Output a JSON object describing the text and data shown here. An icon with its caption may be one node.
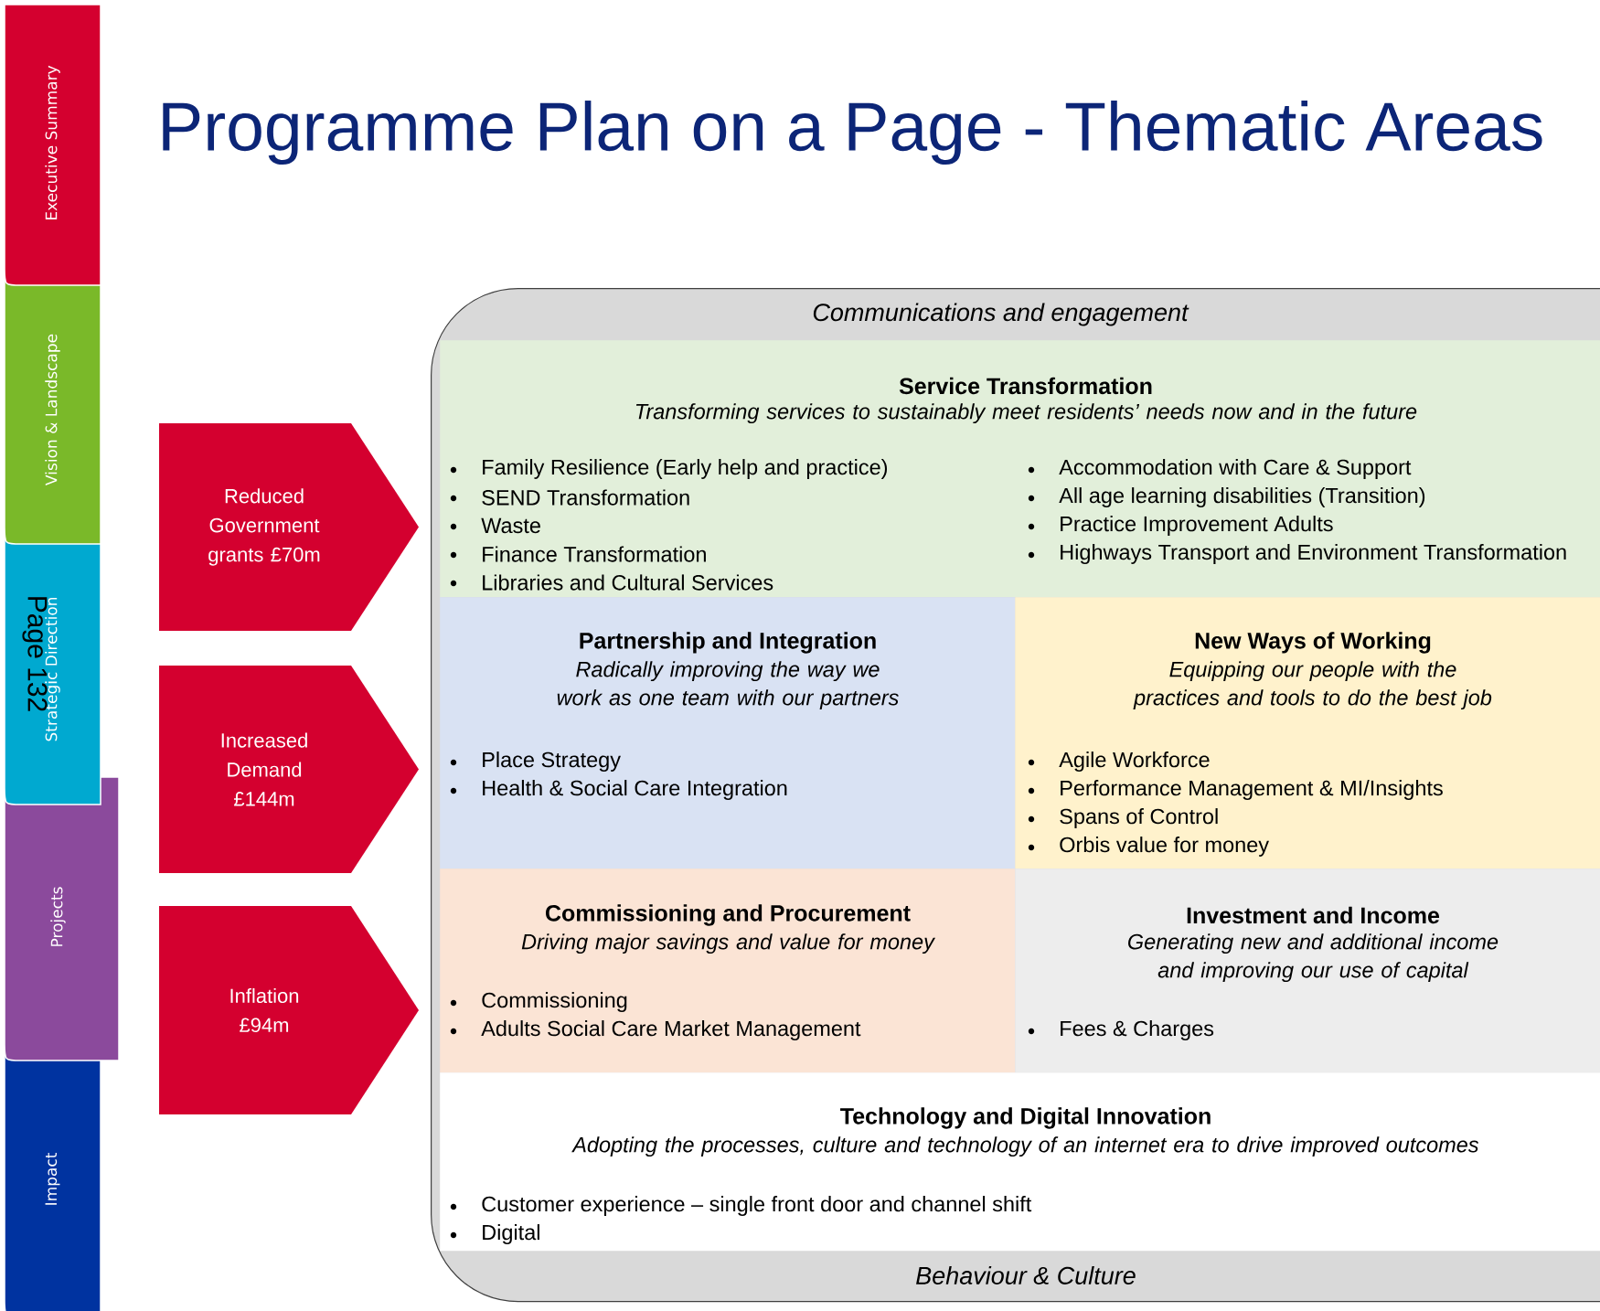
{
  "diagram": {
    "title": "Programme Plan on a Page - Thematic Areas",
    "nodes": [
      {
        "text": [
          "Executive Summary"
        ]
      },
      {
        "text": [
          "Vision & Landscape"
        ]
      },
      {
        "text": [
          "Strategic Direction"
        ]
      },
      {
        "text": [
          "Projects"
        ]
      },
      {
        "text": [
          "Impact"
        ]
      },
      {
        "text": [
          "Reduced Government grants £70m"
        ]
      },
      {
        "text": [
          "Increased Demand £144m"
        ]
      },
      {
        "text": [
          "Inflation £94m"
        ]
      },
      {
        "text": [
          "Communications and engagement",
          "Behaviour & Culture"
        ]
      },
      {
        "text": [
          "Service Transformation",
          "Transforming services to sustainably meet residents’ needs now and in the future",
          "Family Resilience (Early help and practice)",
          "SEND Transformation",
          "Waste",
          "Finance Transformation",
          "Libraries and Cultural Services",
          "Accommodation with Care & Support",
          "All age learning disabilities (Transition)",
          "Practice Improvement Adults",
          "Highways Transport and Environment Transformation"
        ],
        "in": 8
      },
      {
        "text": [
          "Partnership and Integration",
          "Radically improving the way we work as one team with our partners",
          "Place Strategy",
          "Health & Social Care Integration"
        ],
        "in": 8
      },
      {
        "text": [
          "New Ways of Working",
          "Equipping our people with the practices and tools to do the best job",
          "Agile Workforce",
          "Performance Management & MI/Insights",
          "Spans of Control",
          "Orbis value for money"
        ],
        "in": 8
      },
      {
        "text": [
          "Commissioning and Procurement",
          "Driving major savings and value for money",
          "Commissioning",
          "Adults Social Care Market Management"
        ],
        "in": 8
      },
      {
        "text": [
          "Investment and Income",
          "Generating new and additional income and improving our use of capital",
          "Fees & Charges"
        ],
        "in": 8
      },
      {
        "text": [
          "Technology and Digital Innovation",
          "Adopting the processes, culture and technology of an internet era to drive improved outcomes",
          "Customer experience – single front door and channel shift",
          "Digital"
        ],
        "in": 8
      }
    ],
    "labels": [
      "Page 132"
    ]
  }
}
